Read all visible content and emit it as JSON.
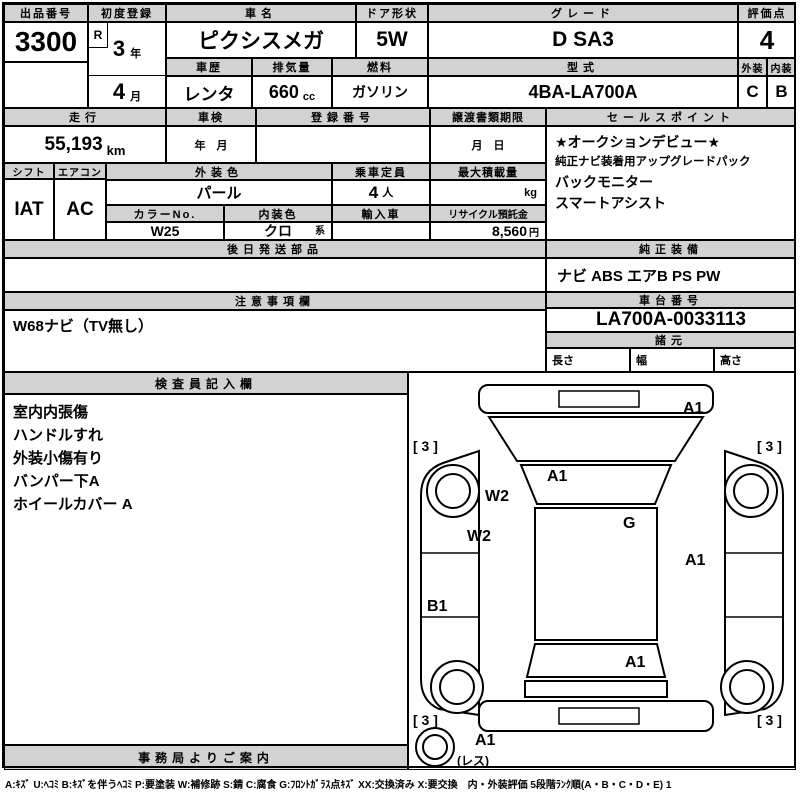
{
  "top": {
    "auction_no": {
      "label": "出品番号",
      "value": "3300"
    },
    "first_reg": {
      "label": "初度登録",
      "era": "R",
      "year": "3",
      "year_unit": "年",
      "month": "4",
      "month_unit": "月"
    },
    "car_name": {
      "label": "車名",
      "value": "ピクシスメガ"
    },
    "doors": {
      "label": "ドア形状",
      "value": "5W"
    },
    "grade": {
      "label": "グレード",
      "value": "D SA3"
    },
    "score": {
      "label": "評価点",
      "value": "4"
    },
    "history": {
      "label": "車歴",
      "value": "レンタ"
    },
    "displacement": {
      "label": "排気量",
      "value": "660",
      "unit": "cc"
    },
    "fuel": {
      "label": "燃料",
      "value": "ガソリン"
    },
    "model_code": {
      "label": "型式",
      "value": "4BA-LA700A"
    },
    "exterior": {
      "label": "外装",
      "value": "C"
    },
    "interior": {
      "label": "内装",
      "value": "B"
    }
  },
  "row2": {
    "mileage": {
      "label": "走行",
      "value": "55,193",
      "unit": "km"
    },
    "inspection": {
      "label": "車検",
      "placeholder": "年　月"
    },
    "reg_no": {
      "label": "登録番号"
    },
    "transfer": {
      "label": "譲渡書類期限",
      "placeholder": "月　日"
    },
    "sales": {
      "label": "セールスポイント",
      "lines": [
        "★オークションデビュー★",
        "純正ナビ装着用アップグレードパック",
        "バックモニター",
        "スマートアシスト"
      ]
    }
  },
  "row3": {
    "shift": {
      "label": "シフト",
      "value": "IAT"
    },
    "aircon": {
      "label": "エアコン",
      "value": "AC"
    },
    "ext_color": {
      "label": "外装色",
      "value": "パール"
    },
    "capacity": {
      "label": "乗車定員",
      "value": "4",
      "unit": "人"
    },
    "max_load": {
      "label": "最大積載量",
      "unit": "kg"
    },
    "color_no": {
      "label": "カラーNo.",
      "value": "W25"
    },
    "int_color": {
      "label": "内装色",
      "value": "クロ",
      "suffix": "系"
    },
    "import_car": {
      "label": "輸入車"
    },
    "recycle": {
      "label": "リサイクル預託金",
      "value": "8,560",
      "unit": "円"
    }
  },
  "row4": {
    "later_parts": {
      "label": "後日発送部品"
    },
    "oem": {
      "label": "純正装備",
      "value": "ナビ ABS エアB PS PW"
    }
  },
  "row5": {
    "notes": {
      "label": "注意事項欄",
      "value": "W68ナビ（TV無し）"
    },
    "chassis": {
      "label": "車台番号",
      "value": "LA700A-0033113"
    },
    "specs": {
      "label": "諸元",
      "cols": [
        "長さ",
        "幅",
        "高さ"
      ]
    }
  },
  "inspector": {
    "label": "検査員記入欄",
    "notes": [
      "室内内張傷",
      "ハンドルすれ",
      "外装小傷有り",
      "バンパー下A",
      "ホイールカバー A"
    ]
  },
  "office": {
    "label": "事務局よりご案内"
  },
  "diagram": {
    "marks": [
      "A1",
      "[ 3 ]",
      "[ 3 ]",
      "A1",
      "W2",
      "W2",
      "G",
      "A1",
      "B1",
      "A1",
      "[ 3 ]",
      "[ 3 ]",
      "A1",
      "(レス)"
    ]
  },
  "legend": "A:ｷｽﾞ U:ﾍｺﾐ B:ｷｽﾞを伴うﾍｺﾐ P:要塗装 W:補修跡 S:錆 C:腐食 G:ﾌﾛﾝﾄｶﾞﾗｽ点ｷｽﾞ XX:交換済み X:要交換　内・外装評価 5段階ﾗﾝｸ順(A・B・C・D・E) 1"
}
